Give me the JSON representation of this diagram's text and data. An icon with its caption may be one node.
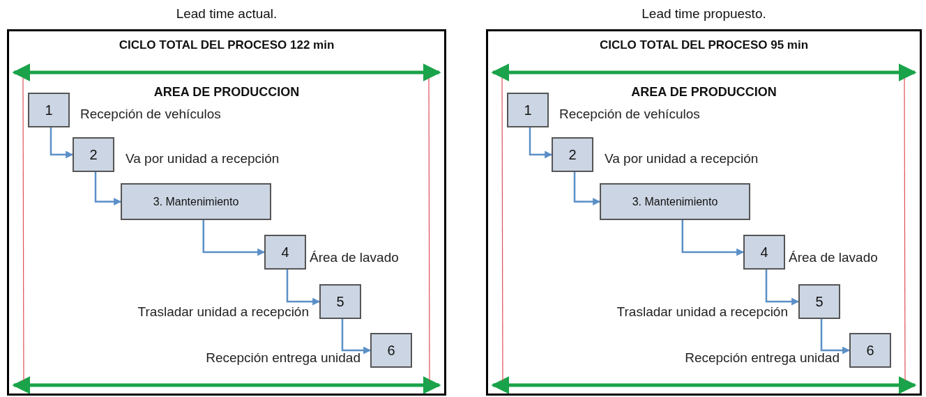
{
  "diagram": {
    "nodes": [
      {
        "text": [
          "Lead time actual.",
          "CICLO TOTAL DEL PROCESO 122 min",
          "AREA DE PRODUCCION"
        ]
      },
      {
        "text": [
          "1"
        ],
        "in": 0,
        "beside": [
          "Recepción de vehículos"
        ]
      },
      {
        "text": [
          "2"
        ],
        "in": 0,
        "beside": [
          "Va por unidad a recepción"
        ]
      },
      {
        "text": [
          "3. Mantenimiento"
        ],
        "in": 0
      },
      {
        "text": [
          "4"
        ],
        "in": 0,
        "beside": [
          "Área de lavado"
        ]
      },
      {
        "text": [
          "5"
        ],
        "in": 0,
        "beside": [
          "Trasladar unidad a recepción"
        ]
      },
      {
        "text": [
          "6"
        ],
        "in": 0,
        "beside": [
          "Recepción entrega unidad"
        ]
      },
      {
        "text": [
          "Lead time propuesto.",
          "CICLO TOTAL DEL PROCESO 95 min",
          "AREA DE PRODUCCION"
        ]
      },
      {
        "text": [
          "1"
        ],
        "in": 7,
        "beside": [
          "Recepción de vehículos"
        ]
      },
      {
        "text": [
          "2"
        ],
        "in": 7,
        "beside": [
          "Va por unidad a recepción"
        ]
      },
      {
        "text": [
          "3. Mantenimiento"
        ],
        "in": 7
      },
      {
        "text": [
          "4"
        ],
        "in": 7,
        "beside": [
          "Área de lavado"
        ]
      },
      {
        "text": [
          "5"
        ],
        "in": 7,
        "beside": [
          "Trasladar unidad a recepción"
        ]
      },
      {
        "text": [
          "6"
        ],
        "in": 7,
        "beside": [
          "Recepción entrega unidad"
        ]
      }
    ],
    "edges": [
      {
        "from": 1,
        "to": 2,
        "arrow": "to"
      },
      {
        "from": 2,
        "to": 3,
        "arrow": "to"
      },
      {
        "from": 3,
        "to": 4,
        "arrow": "to"
      },
      {
        "from": 4,
        "to": 5,
        "arrow": "to"
      },
      {
        "from": 5,
        "to": 6,
        "arrow": "to"
      },
      {
        "from": 8,
        "to": 9,
        "arrow": "to"
      },
      {
        "from": 9,
        "to": 10,
        "arrow": "to"
      },
      {
        "from": 10,
        "to": 11,
        "arrow": "to"
      },
      {
        "from": 11,
        "to": 12,
        "arrow": "to"
      },
      {
        "from": 12,
        "to": 13,
        "arrow": "to"
      }
    ]
  }
}
